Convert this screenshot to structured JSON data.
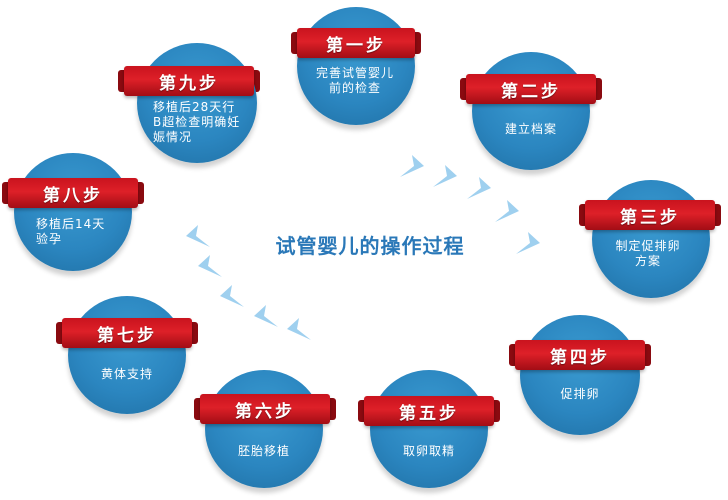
{
  "title": "试管婴儿的操作过程",
  "colors": {
    "circle": "#2b86c0",
    "banner": "#de2028",
    "arrow": "#9fd0ef",
    "title": "#2a78b8"
  },
  "steps": [
    {
      "label": "第一步",
      "desc": "完善试管婴儿前的检查"
    },
    {
      "label": "第二步",
      "desc": "建立档案"
    },
    {
      "label": "第三步",
      "desc": "制定促排卵方案"
    },
    {
      "label": "第四步",
      "desc": "促排卵"
    },
    {
      "label": "第五步",
      "desc": "取卵取精"
    },
    {
      "label": "第六步",
      "desc": "胚胎移植"
    },
    {
      "label": "第七步",
      "desc": "黄体支持"
    },
    {
      "label": "第八步",
      "desc": "移植后14天验孕"
    },
    {
      "label": "第九步",
      "desc": "移植后28天行B超检查明确妊娠情况"
    }
  ]
}
